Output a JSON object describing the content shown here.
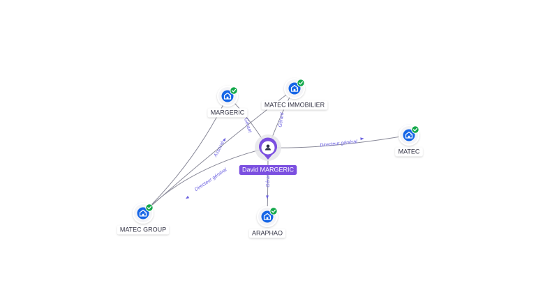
{
  "colors": {
    "edge": "#8a8a99",
    "edge_label": "#6a5fe0",
    "company_fill": "#1565e6",
    "check_fill": "#12a84a",
    "person_fill": "#7b4fe0",
    "person_halo": "#e6e6ea",
    "label_bg": "#ffffff"
  },
  "icons": {
    "company": "building-icon",
    "verified": "check-badge-icon",
    "person": "user-icon"
  },
  "person": {
    "id": "david",
    "label": "David MARGERIC"
  },
  "companies": [
    {
      "id": "margeric",
      "label": "MARGERIC",
      "verified": true
    },
    {
      "id": "matec_immobilier",
      "label": "MATEC IMMOBILIER",
      "verified": true
    },
    {
      "id": "matec",
      "label": "MATEC",
      "verified": true
    },
    {
      "id": "matec_group",
      "label": "MATEC GROUP",
      "verified": true
    },
    {
      "id": "araphao",
      "label": "ARAPHAO",
      "verified": true
    }
  ],
  "edges": [
    {
      "id": "e1",
      "from": "david",
      "to": "margeric",
      "label": "Gérant"
    },
    {
      "id": "e2",
      "from": "david",
      "to": "matec_immobilier",
      "label": "Gérant"
    },
    {
      "id": "e3",
      "from": "david",
      "to": "matec",
      "label": "Directeur général"
    },
    {
      "id": "e4",
      "from": "david",
      "to": "matec_group",
      "label": "Directeur général"
    },
    {
      "id": "e5",
      "from": "david",
      "to": "araphao",
      "label": "Gérant"
    },
    {
      "id": "e6",
      "from": "matec_group",
      "to": "margeric",
      "label": "Associé"
    },
    {
      "id": "e7",
      "from": "matec_group",
      "to": "matec_immobilier",
      "label": ""
    }
  ]
}
